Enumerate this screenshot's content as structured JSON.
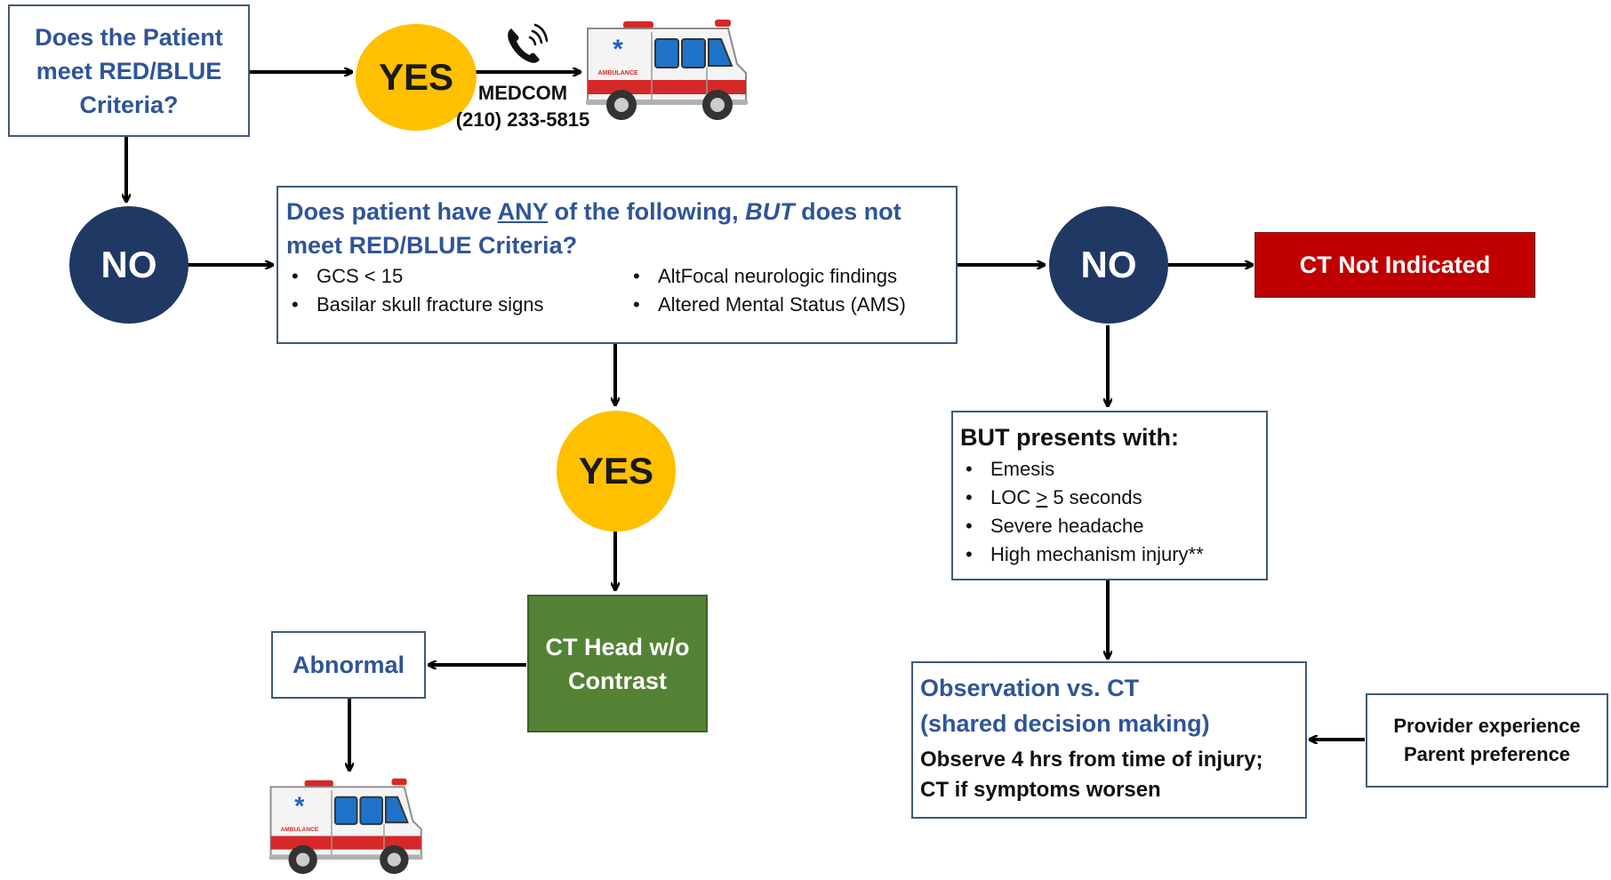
{
  "top": {
    "question_lines": [
      "Does the Patient",
      "meet RED/BLUE",
      "Criteria?"
    ],
    "yes_label": "YES",
    "medcom_name": "MEDCOM",
    "medcom_phone": "(210) 233-5815"
  },
  "no_left_label": "NO",
  "criteria": {
    "title_part1": "Does patient have ",
    "title_any": "ANY",
    "title_part2": " of the following, ",
    "title_but": "BUT",
    "title_part3": " does not",
    "title_line2": "meet RED/BLUE Criteria?",
    "left_items": [
      "GCS < 15",
      "Basilar skull fracture signs"
    ],
    "right_items": [
      "AltFocal neurologic findings",
      "Altered Mental Status (AMS)"
    ]
  },
  "no_right_label": "NO",
  "ct_not_indicated": "CT Not Indicated",
  "yes_mid_label": "YES",
  "ct_head": {
    "line1": "CT Head w/o",
    "line2": "Contrast"
  },
  "abnormal_label": "Abnormal",
  "but_presents": {
    "title": "BUT presents with:",
    "items": [
      {
        "text": "Emesis"
      },
      {
        "prefix": "LOC ",
        "symbol": ">",
        "suffix": " 5 seconds"
      },
      {
        "text": "Severe headache"
      },
      {
        "text": "High mechanism injury**"
      }
    ]
  },
  "observation": {
    "title_line1": "Observation vs. CT",
    "title_line2": "(shared decision making)",
    "body_line1": "Observe 4 hrs from time of injury;",
    "body_line2": "CT if symptoms worsen"
  },
  "factors": {
    "line1": "Provider experience",
    "line2": "Parent preference"
  },
  "ambulance_label": "AMBULANCE",
  "icons": [
    "phone-icon",
    "ambulance-icon"
  ],
  "colors": {
    "yes": "#ffc000",
    "no": "#203864",
    "title_blue": "#2f5597",
    "ct_not_indicated": "#c00000",
    "ct_head": "#548235",
    "box_border": "#3e5a7a"
  }
}
